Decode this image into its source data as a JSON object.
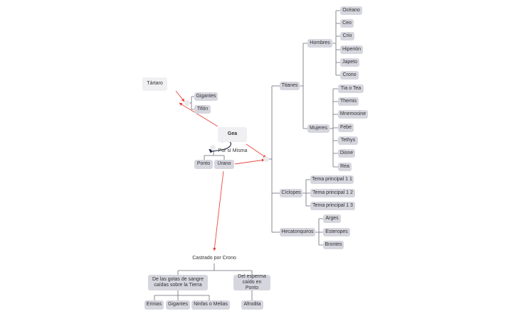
{
  "nodes": {
    "tartaro": "Tártaro",
    "gigantes_t": "Gigantes",
    "tifon": "Tifón",
    "gea": "Gea",
    "por_si_misma": "Por sí Misma",
    "ponto": "Ponto",
    "urano": "Urano",
    "titanes": "Titanes",
    "hombres": "Hombres",
    "oceano": "Océano",
    "ceo": "Ceo",
    "crio": "Crio",
    "hiperion": "Hiperión",
    "japeto": "Japeto",
    "crono": "Crono",
    "mujeres": "Mujeres",
    "tia": "Tia o Tea",
    "themis": "Themis",
    "mnemosine": "Mnemosine",
    "febe": "Febe",
    "tethys": "Tethys",
    "dione": "Dione",
    "rea": "Rea",
    "ciclopes": "Cíclopes",
    "tema1": "Tema principal 1 1",
    "tema2": "Tema principal 1 2",
    "tema3": "Tema principal 1 3",
    "hecatonquiros": "Hecatonquiros",
    "arges": "Arges",
    "esteropes": "Esteropes",
    "brontes": "Brontes",
    "castrado": "Castrado por Crono",
    "gotas": "De las gotas de sangre caídas sobre la Tierra",
    "esperma": "Del esperma caído en Ponto",
    "erinias": "Erinias",
    "gigantes_g": "Gigantes",
    "ninfas": "Ninfas o Melias",
    "afrodita": "Afrodita"
  },
  "colors": {
    "node": "#d6d6df",
    "node_soft": "#f0f0f3",
    "connector": "#6b6b78",
    "arrow": "#e8473f",
    "self_loop": "#1f2340"
  }
}
